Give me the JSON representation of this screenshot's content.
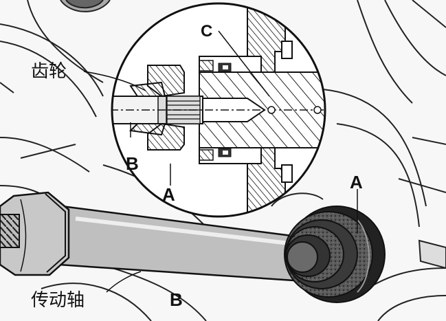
{
  "labels": {
    "gear": "齿轮",
    "drive_shaft": "传动轴",
    "a_inset": "A",
    "b_inset": "B",
    "c_inset": "C",
    "a_main": "A",
    "b_main": "B"
  }
}
